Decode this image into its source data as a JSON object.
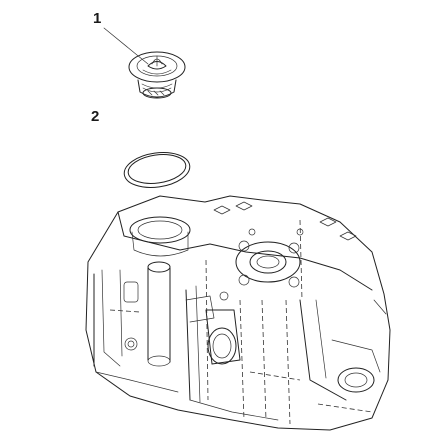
{
  "callouts": [
    {
      "number": "1",
      "part": "thermostat"
    },
    {
      "number": "2",
      "part": "seal-ring"
    }
  ],
  "colors": {
    "background": "#ffffff",
    "line": "#222222"
  }
}
